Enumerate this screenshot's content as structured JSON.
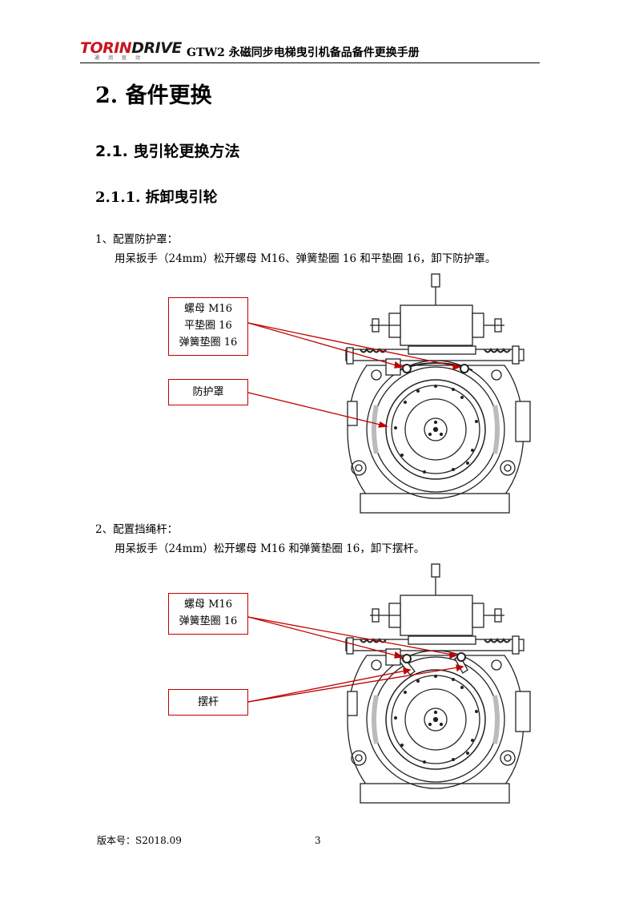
{
  "header": {
    "logo_text_a": "TORIN",
    "logo_text_b": "DRIVE",
    "logo_subtitle": "通润驱动",
    "title": "GTW2 永磁同步电梯曳引机备品备件更换手册"
  },
  "section": {
    "h1": "2. 备件更换",
    "h2": "2.1. 曳引轮更换方法",
    "h3": "2.1.1.  拆卸曳引轮"
  },
  "steps": [
    {
      "title": "1、配置防护罩：",
      "text": "用呆扳手（24mm）松开螺母 M16、弹簧垫圈 16 和平垫圈 16，卸下防护罩。",
      "callouts": [
        {
          "lines": [
            "螺母 M16",
            "平垫圈 16",
            "弹簧垫圈 16"
          ]
        },
        {
          "lines": [
            "防护罩"
          ]
        }
      ]
    },
    {
      "title": "2、配置挡绳杆：",
      "text": "用呆扳手（24mm）松开螺母 M16 和弹簧垫圈 16，卸下摆杆。",
      "callouts": [
        {
          "lines": [
            "螺母 M16",
            "弹簧垫圈 16"
          ]
        },
        {
          "lines": [
            "摆杆"
          ]
        }
      ]
    }
  ],
  "footer": {
    "version": "版本号：S2018.09",
    "page_number": "3"
  },
  "colors": {
    "brand_red": "#c8161d",
    "callout_red": "#c00000"
  }
}
